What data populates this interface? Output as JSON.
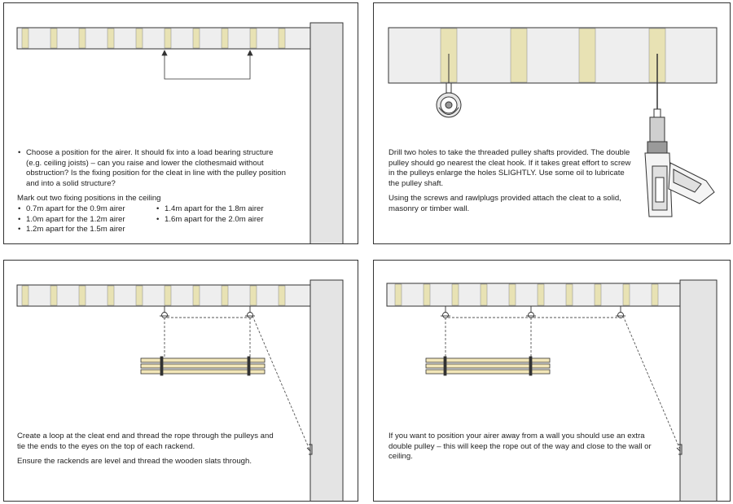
{
  "panels": [
    {
      "id": "step1",
      "bullet": "Choose a position for the airer. It should fix into a load bearing structure (e.g. ceiling joists) – can you raise and lower the clothesmaid without obstruction? Is the fixing position for the cleat in line with the pulley position and into a solid structure?",
      "mark_out": "Mark out two fixing positions in the ceiling",
      "distances_left": [
        "0.7m apart for the 0.9m airer",
        "1.0m apart for the 1.2m airer",
        "1.2m apart for the 1.5m airer"
      ],
      "distances_right": [
        "1.4m apart for the 1.8m airer",
        "1.6m apart for the 2.0m airer"
      ]
    },
    {
      "id": "step2",
      "paragraphs": [
        "Drill two holes to take the threaded pulley shafts provided. The double pulley should go nearest the cleat hook. If it takes great effort to screw in the pulleys enlarge the holes SLIGHTLY. Use some oil to lubricate the pulley shaft.",
        "Using the screws and rawlplugs provided attach the cleat to a solid, masonry or timber wall."
      ]
    },
    {
      "id": "step3",
      "paragraphs": [
        "Create a loop at the cleat end and thread the rope through the pulleys and tie the ends to the eyes on the top of each rackend.",
        "Ensure the rackends are level and thread the wooden slats through."
      ]
    },
    {
      "id": "step4",
      "paragraphs": [
        "If you want to position your airer away from a wall you should use an extra double pulley – this will keep the rope out of the way and close to the wall or ceiling."
      ]
    }
  ],
  "colors": {
    "joist": "#e8e2b4",
    "ceiling_gap": "#eeeeee",
    "wall": "#e4e4e4",
    "slat": "#f2e6b8",
    "outline": "#333333"
  }
}
